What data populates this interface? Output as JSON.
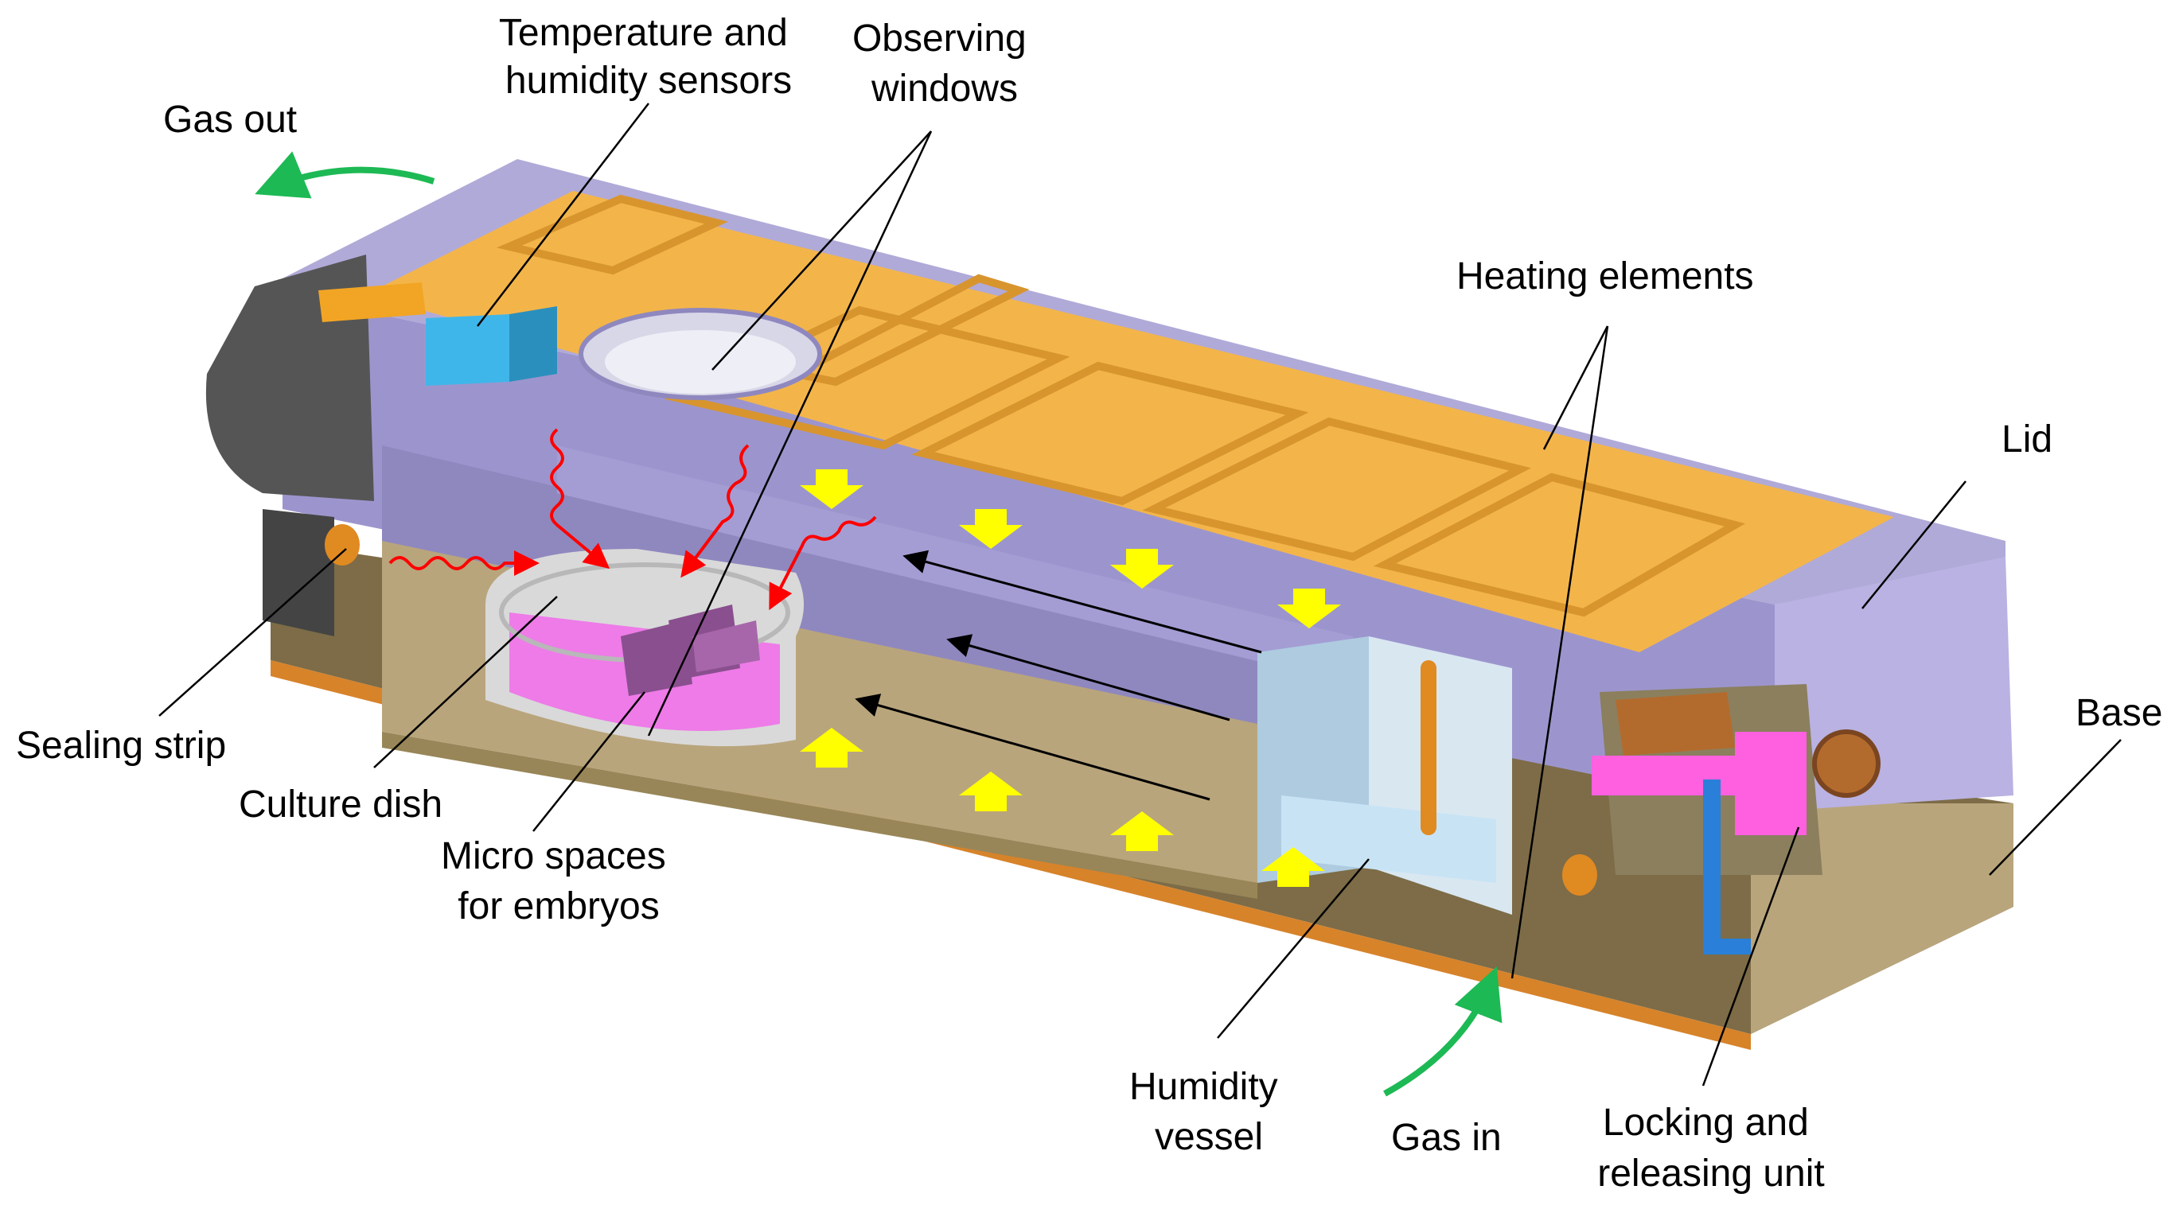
{
  "labels": {
    "gas_out": "Gas out",
    "temp_sensors_line1": "Temperature and",
    "temp_sensors_line2": "humidity sensors",
    "observing_line1": "Observing",
    "observing_line2": "windows",
    "heating": "Heating elements",
    "lid": "Lid",
    "base": "Base",
    "sealing": "Sealing strip",
    "culture": "Culture dish",
    "micro_line1": "Micro spaces",
    "micro_line2": "for embryos",
    "humidity_line1": "Humidity",
    "humidity_line2": "vessel",
    "gas_in": "Gas in",
    "locking_line1": "Locking and",
    "locking_line2": "releasing unit"
  },
  "colors": {
    "lid": "#b0aad8",
    "lid_dark": "#8f88bf",
    "heater_plate": "#f3b54a",
    "heater_trace": "#d8952e",
    "base": "#b9a57c",
    "base_dark": "#7d6c47",
    "base_rim": "#d7832a",
    "dish": "#ee7be8",
    "sensor": "#3fb6ea",
    "humidity_vessel": "#aecbe0",
    "heat_arrow": "#ff0000",
    "gas_arrow": "#1db954",
    "warm_arrow": "#ffff00",
    "lock_pink": "#ff60e0",
    "lock_copper": "#b36b2d",
    "lock_blue": "#2a7fd8"
  }
}
